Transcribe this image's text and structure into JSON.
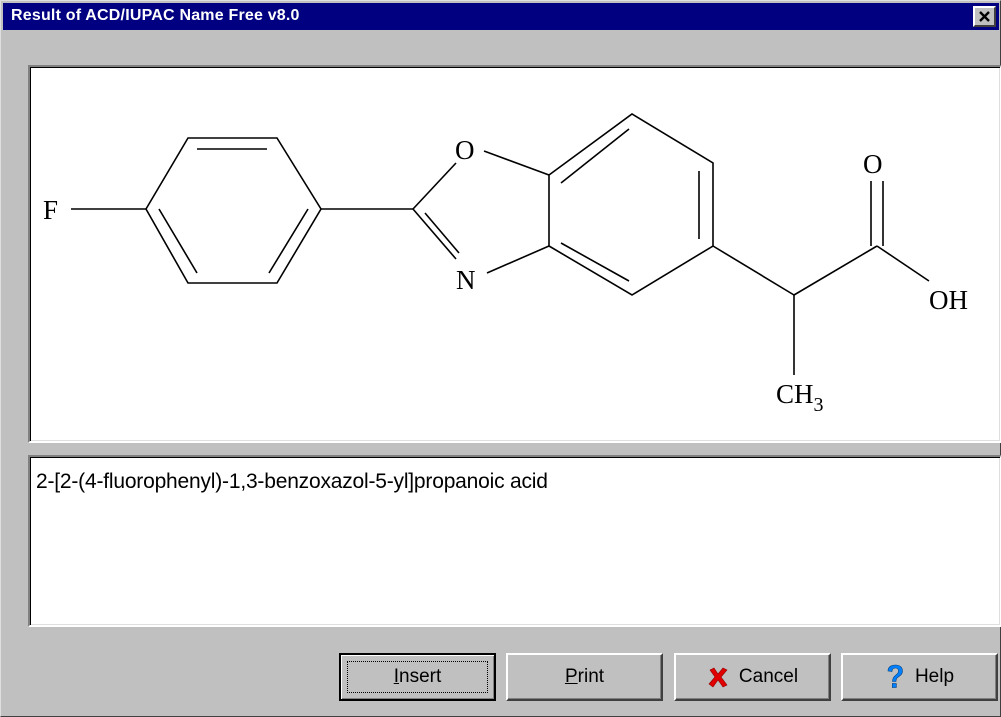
{
  "window": {
    "title": "Result of ACD/IUPAC Name Free v8.0"
  },
  "structure": {
    "atoms": {
      "fluorine": "F",
      "oxazole_oxygen": "O",
      "oxazole_nitrogen": "N",
      "carbonyl_oxygen": "O",
      "hydroxyl": "OH",
      "methyl": "CH",
      "methyl_subscript": "3"
    }
  },
  "result": {
    "iupac_name": "2-[2-(4-fluorophenyl)-1,3-benzoxazol-5-yl]propanoic acid"
  },
  "buttons": {
    "insert": {
      "accel": "I",
      "rest": "nsert"
    },
    "print": {
      "accel": "P",
      "rest": "rint"
    },
    "cancel": {
      "label": "Cancel",
      "icon": "red-x-icon"
    },
    "help": {
      "label": "Help",
      "icon": "question-mark-icon"
    }
  },
  "colors": {
    "titlebar": "#000080",
    "face": "#c0c0c0",
    "cancel_icon": "#e00000",
    "help_icon": "#0080ff"
  }
}
